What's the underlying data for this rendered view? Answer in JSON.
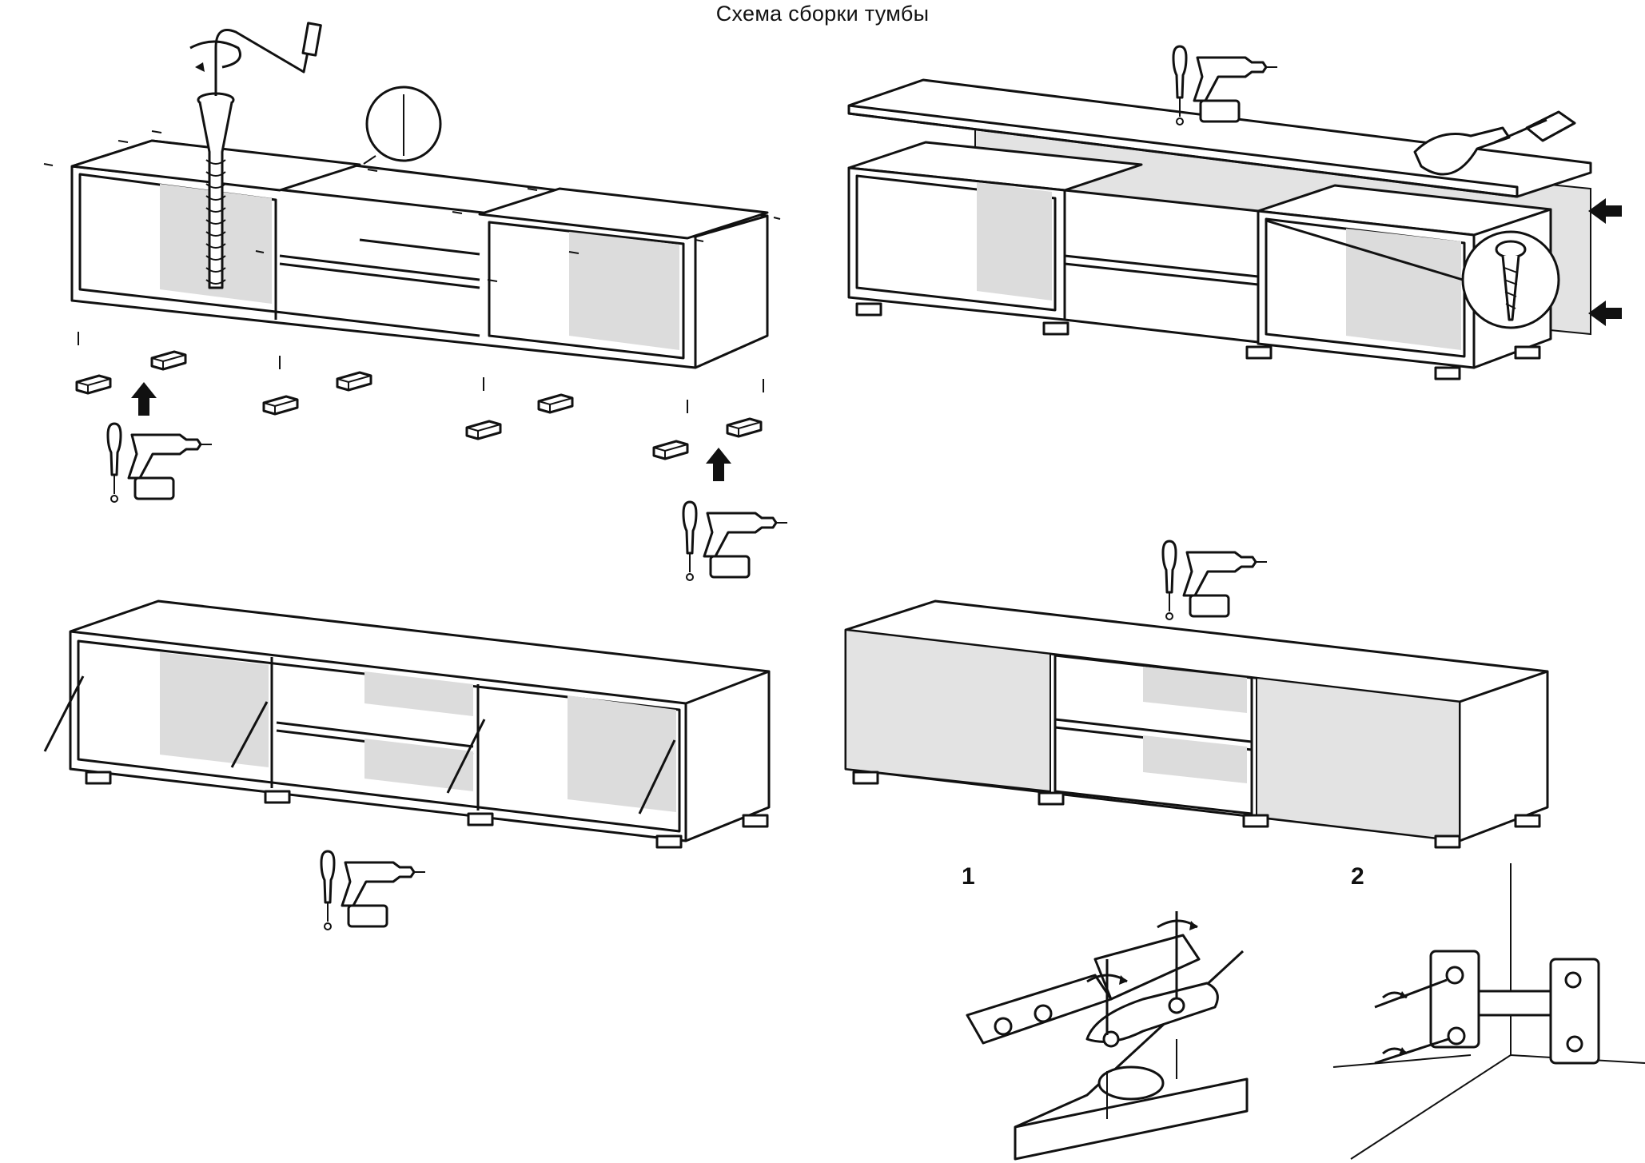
{
  "title": "Схема сборки тумбы",
  "steps": [
    {
      "label": "1"
    },
    {
      "label": "2"
    }
  ],
  "colors": {
    "line": "#111111",
    "panel_fill": "#e3e3e3",
    "background": "#ffffff"
  },
  "icons": [
    "screwdriver-icon",
    "drill-icon",
    "hammer-icon",
    "rotate-arrow-icon",
    "up-arrow-icon",
    "left-arrow-icon",
    "screw-detail-icon",
    "hinge-icon"
  ]
}
